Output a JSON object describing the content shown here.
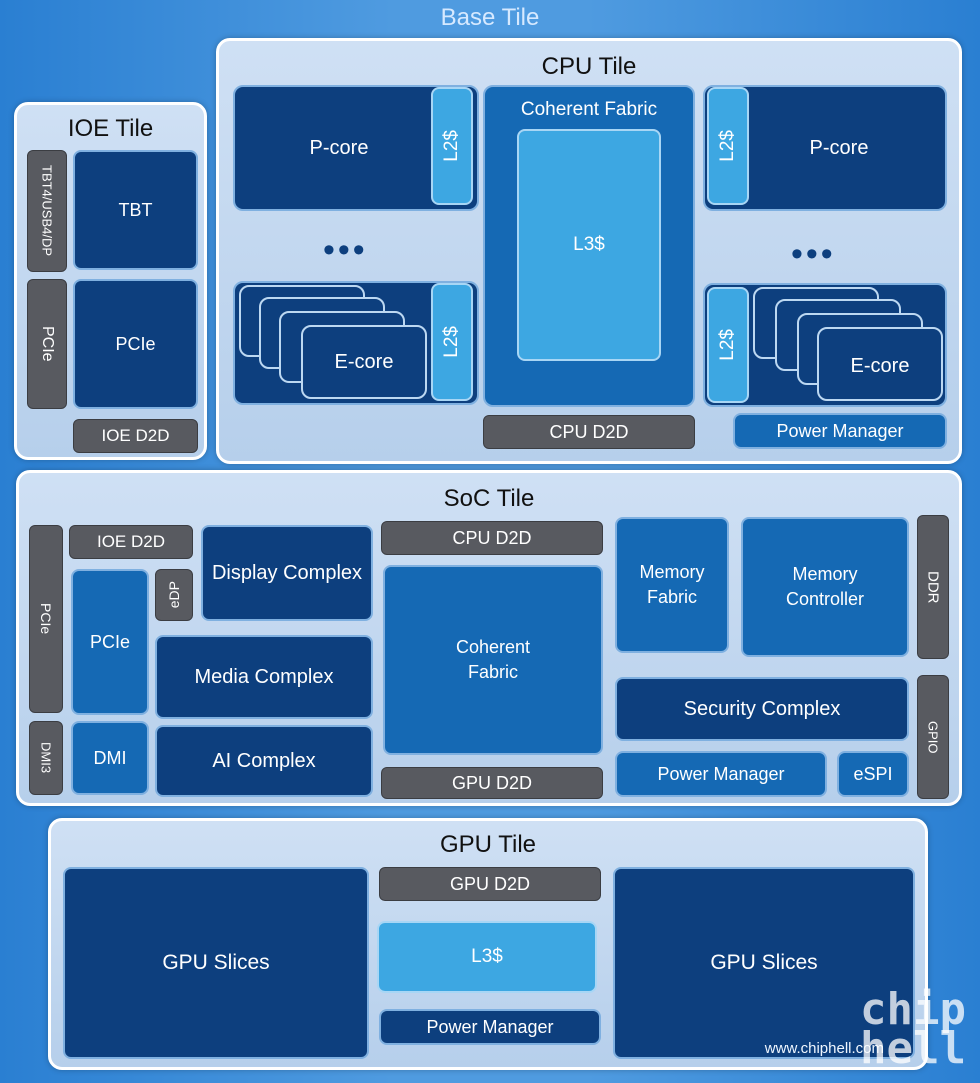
{
  "base": {
    "title": "Base Tile"
  },
  "ioe": {
    "title": "IOE Tile",
    "side_top": "TBT4/USB4/DP",
    "side_bottom": "PCIe",
    "tbt": "TBT",
    "pcie": "PCIe",
    "d2d": "IOE D2D"
  },
  "cpu": {
    "title": "CPU Tile",
    "pcore": "P-core",
    "l2": "L2$",
    "ecore": "E-core",
    "dots": "•••",
    "fabric": "Coherent Fabric",
    "l3": "L3$",
    "d2d": "CPU D2D",
    "power": "Power Manager"
  },
  "soc": {
    "title": "SoC Tile",
    "pcie_side": "PCIe",
    "dmi3": "DMI3",
    "ioe_d2d": "IOE D2D",
    "edp": "eDP",
    "pcie": "PCIe",
    "dmi": "DMI",
    "display": "Display Complex",
    "media": "Media Complex",
    "ai": "AI Complex",
    "cpu_d2d": "CPU D2D",
    "fabric": "Coherent Fabric",
    "gpu_d2d": "GPU D2D",
    "mem_fabric": "Memory Fabric",
    "mem_ctrl": "Memory Controller",
    "ddr": "DDR",
    "security": "Security Complex",
    "gpio": "GPIO",
    "power": "Power Manager",
    "espi": "eSPI"
  },
  "gpu": {
    "title": "GPU Tile",
    "slices_left": "GPU Slices",
    "slices_right": "GPU Slices",
    "d2d": "GPU D2D",
    "l3": "L3$",
    "power": "Power Manager"
  },
  "watermark": "www.chiphell.com",
  "logo": "chip hell"
}
